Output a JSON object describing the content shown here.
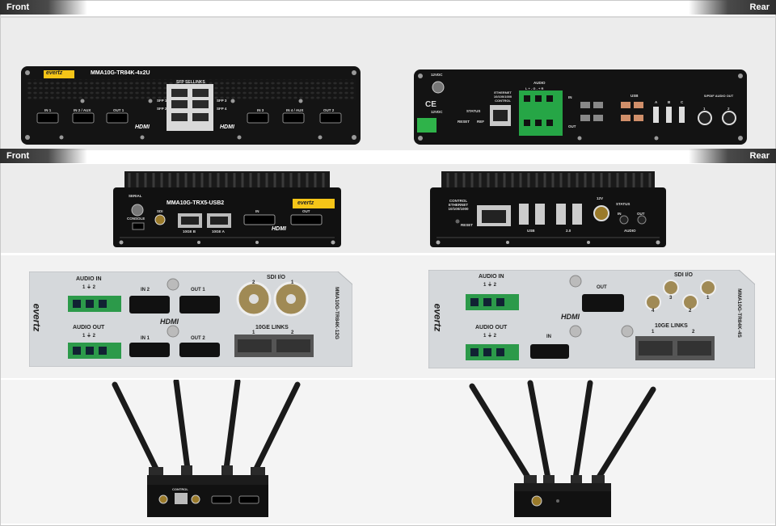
{
  "headers": {
    "front_1": "Front",
    "rear_1": "Rear",
    "front_2": "Front",
    "rear_2": "Rear"
  },
  "row1": {
    "front": {
      "brand": "evertz",
      "model": "MMA10G-TR84K-4x2U",
      "sfp_title": "SFP SELLINKS",
      "sfp_labels": [
        "SFP 1",
        "SFP 2",
        "SFP 3",
        "SFP 4"
      ],
      "ports_left": [
        "IN 1",
        "IN 2 / AUX",
        "OUT 1"
      ],
      "ports_right": [
        "IN 3",
        "IN 4 / AUX",
        "OUT 2"
      ],
      "hdmi": "HDMI"
    },
    "rear": {
      "power": "12VDC",
      "power_in": "12VDC",
      "ce": "CE",
      "ethernet": "ETHERNET 10/100/1000 CONTROL",
      "audio": "AUDIO",
      "audio_pins": "L  +  -  G  -  +  R",
      "in": "IN",
      "out": "OUT",
      "usb": "USB",
      "status": "STATUS",
      "reset": "RESET",
      "ref": "REF",
      "usb_nums": [
        "A",
        "B",
        "C"
      ],
      "spdif": "S/PDIF AUDIO OUT",
      "spdif_nums": [
        "1",
        "2"
      ]
    }
  },
  "row2": {
    "front": {
      "brand": "evertz",
      "model": "MMA10G-TRX5-USB2",
      "serial": "SERIAL",
      "console": "CONSOLE",
      "sdi": "SDI",
      "port_b": "10GE B",
      "port_a": "10GE A",
      "in": "IN",
      "out": "OUT",
      "hdmi": "HDMI"
    },
    "rear": {
      "control": "CONTROL ETHERNET 10/100/1000",
      "reset": "RESET",
      "v12": "12V",
      "status": "STATUS",
      "in": "IN",
      "out": "OUT",
      "audio": "AUDIO",
      "usb_groups": [
        "USB",
        "2.0"
      ]
    }
  },
  "row3": {
    "left": {
      "brand": "evertz",
      "model": "MMA10G-TR84K-12G",
      "audio_in": "AUDIO IN",
      "audio_out": "AUDIO OUT",
      "ch": "1 ⏚ 2",
      "in2": "IN 2",
      "out1": "OUT 1",
      "in1": "IN 1",
      "out2": "OUT 2",
      "hdmi": "HDMI",
      "sdi_io": "SDI I/O",
      "sdi_nums": [
        "2",
        "1"
      ],
      "links": "10GE LINKS",
      "link_nums": [
        "1",
        "2"
      ]
    },
    "right": {
      "brand": "evertz",
      "model": "MMA10G-TR84K-4S",
      "audio_in": "AUDIO IN",
      "audio_out": "AUDIO OUT",
      "ch": "1 ⏚ 2",
      "out": "OUT",
      "in": "IN",
      "hdmi": "HDMI",
      "sdi_io": "SDI I/O",
      "sdi_nums": [
        "3",
        "1",
        "4",
        "2"
      ],
      "links": "10GE LINKS",
      "link_nums": [
        "1",
        "2"
      ]
    }
  },
  "row4": {
    "left": {
      "label": "CONTROL"
    },
    "right": {}
  }
}
